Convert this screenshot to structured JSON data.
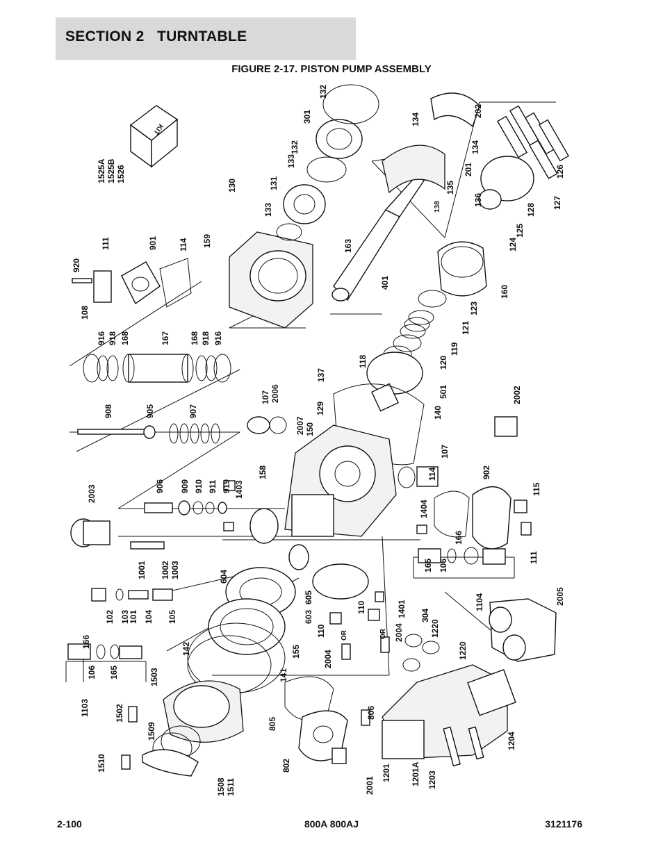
{
  "header": {
    "section": "SECTION 2   TURNTABLE"
  },
  "figure": {
    "title": "FIGURE 2-17. PISTON PUMP ASSEMBLY"
  },
  "diagram": {
    "callouts": {
      "c132a": "132",
      "c301": "301",
      "c132b": "132",
      "c133a": "133",
      "c131": "131",
      "c130": "130",
      "c133b": "133",
      "c159": "159",
      "c163": "163",
      "c401": "401",
      "c134a": "134",
      "c202": "202",
      "c134b": "134",
      "c201": "201",
      "c135": "135",
      "c138": "138",
      "c136": "136",
      "c126": "126",
      "c127": "127",
      "c128": "128",
      "c125": "125",
      "c124": "124",
      "c160": "160",
      "c123": "123",
      "c121": "121",
      "c119": "119",
      "c120": "120",
      "c501": "501",
      "c140": "140",
      "c118": "118",
      "c137": "137",
      "c129": "129",
      "c2007": "2007",
      "c150": "150",
      "c107a": "107",
      "c2006": "2006",
      "c1525a": "1525A",
      "c1525b": "1525B",
      "c1526": "1526",
      "c920": "920",
      "c111a": "111",
      "c901": "901",
      "c114a": "114",
      "c108": "108",
      "c916a": "916",
      "c918a": "918",
      "c168a": "168",
      "c167": "167",
      "c168b": "168",
      "c918b": "918",
      "c916b": "916",
      "c908": "908",
      "c905": "905",
      "c907": "907",
      "c906": "906",
      "c909": "909",
      "c910": "910",
      "c911": "911",
      "c919": "919",
      "c1403": "1403",
      "c158": "158",
      "c2003": "2003",
      "c2002": "2002",
      "c107b": "107",
      "c114b": "114",
      "c902": "902",
      "c115": "115",
      "c1404": "1404",
      "c111b": "111",
      "c166a": "166",
      "c165a": "165",
      "c106a": "106",
      "c1104": "1104",
      "c1001": "1001",
      "c1002": "1002",
      "c1003": "1003",
      "c604": "604",
      "c605": "605",
      "c603": "603",
      "c102": "102",
      "c103": "103",
      "c101": "101",
      "c104": "104",
      "c105": "105",
      "c110a": "110",
      "c110b": "110",
      "c1401": "1401",
      "c2004a": "2004",
      "c304": "304",
      "c1220a": "1220",
      "c1220b": "1220",
      "c2005": "2005",
      "c166b": "166",
      "c106b": "106",
      "c165b": "165",
      "c1103": "1103",
      "c142": "142",
      "c155": "155",
      "c141": "141",
      "c2004b": "2004",
      "c1503": "1503",
      "c1502": "1502",
      "c1509": "1509",
      "c1510": "1510",
      "c1508": "1508",
      "c1511": "1511",
      "c805": "805",
      "c806": "806",
      "c802": "802",
      "c2001": "2001",
      "c1201": "1201",
      "c1201a": "1201A",
      "c1203": "1203",
      "c1204": "1204",
      "or1": "OR",
      "or2": "OR"
    },
    "kit_label": "KIT"
  },
  "footer": {
    "page": "2-100",
    "model": "800A 800AJ",
    "doc_number": "3121176"
  }
}
